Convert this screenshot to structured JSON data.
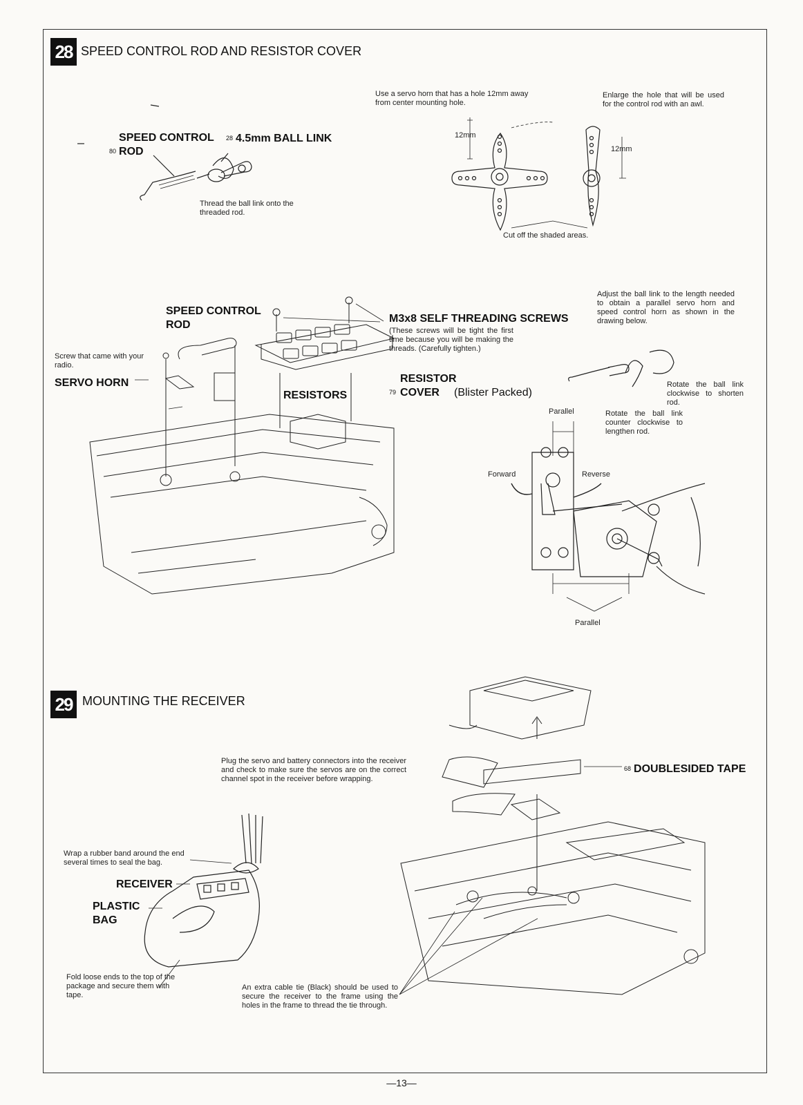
{
  "sections": [
    {
      "number": "28",
      "title": "SPEED CONTROL ROD AND RESISTOR COVER"
    },
    {
      "number": "29",
      "title": "MOUNTING THE RECEIVER"
    }
  ],
  "parts_top": {
    "speed_control_rod": {
      "part_no": "80",
      "label": "SPEED CONTROL ROD"
    },
    "ball_link": {
      "part_no": "28",
      "label": "4.5mm BALL LINK"
    },
    "thread_note": "Thread the ball link onto the threaded rod."
  },
  "servo_horn_notes": {
    "use_horn": "Use a servo horn that has a hole 12mm away from center mounting hole.",
    "enlarge": "Enlarge the hole that will be used for the control rod with an awl.",
    "dim_left": "12mm",
    "dim_right": "12mm",
    "cut_off": "Cut off the shaded areas."
  },
  "assembly28": {
    "speed_control_rod": "SPEED CONTROL ROD",
    "screws_label": "M3x8 SELF THREADING SCREWS",
    "screws_note": "(These screws will be tight the first time because you will be making the threads. (Carefully tighten.)",
    "resistor_cover_part": "79",
    "resistor_cover": "RESISTOR COVER",
    "resistor_cover_suffix": "(Blister Packed)",
    "resistors": "RESISTORS",
    "screw_note": "Screw that came with your radio.",
    "servo_horn": "SERVO HORN"
  },
  "adjust": {
    "note": "Adjust the ball link to the length needed to obtain a parallel servo horn and speed control horn as shown in the drawing below.",
    "shorten": "Rotate the ball link clockwise to shorten rod.",
    "lengthen": "Rotate the ball link counter clockwise to lengthen rod.",
    "parallel_top": "Parallel",
    "parallel_bottom": "Parallel",
    "forward": "Forward",
    "reverse": "Reverse"
  },
  "receiver": {
    "plug_note": "Plug the servo and battery connectors into the receiver and check to make sure the servos are on the correct channel spot in the receiver before wrapping.",
    "tape_part": "68",
    "tape_label": "DOUBLESIDED TAPE",
    "rubber_band": "Wrap a rubber band around the end several times to seal the bag.",
    "receiver_label": "RECEIVER",
    "plastic_bag": "PLASTIC BAG",
    "fold_note": "Fold loose ends to the top of the package and secure them with tape.",
    "cable_tie": "An extra cable tie (Black) should be used to secure the receiver to the frame using the holes in the frame to thread the tie through."
  },
  "page_number": "—13—"
}
